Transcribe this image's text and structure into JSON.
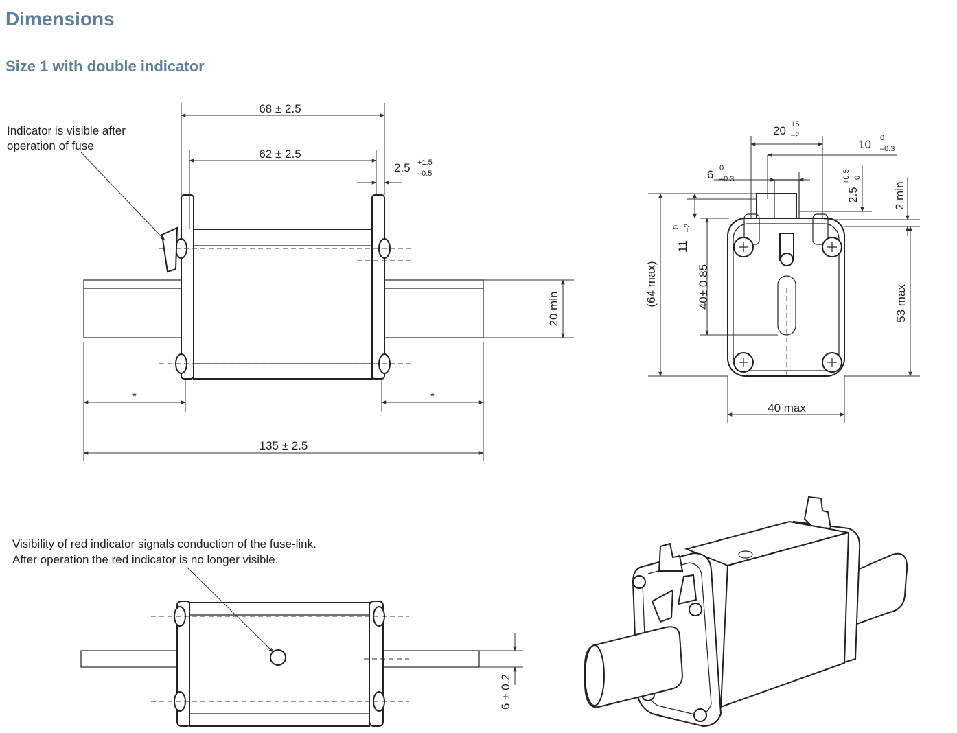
{
  "header": {
    "title": "Dimensions",
    "subtitle": "Size 1 with double indicator"
  },
  "side_view": {
    "callout": [
      "Indicator is visible after",
      "operation of fuse"
    ],
    "dim_overall_top": "68 ± 2.5",
    "dim_inner_top": "62 ± 2.5",
    "dim_tab": {
      "value": "2.5",
      "tol_upper": "+1.5",
      "tol_lower": "–0.5"
    },
    "dim_blade_height": "20 min",
    "dim_left_star": "*",
    "dim_right_star": "*",
    "dim_total_length": "135 ± 2.5"
  },
  "end_view": {
    "dim_top_width": {
      "value": "20",
      "tol_upper": "+5",
      "tol_lower": "–2"
    },
    "dim_right_width": {
      "value": "10",
      "tol_upper": "0",
      "tol_lower": "–0.3"
    },
    "dim_left_width": {
      "value": "6",
      "tol_upper": "0",
      "tol_lower": "–0.3"
    },
    "dim_tab_height": {
      "value": "2.5",
      "tol_upper": "+0.5",
      "tol_lower": "0"
    },
    "dim_min_2": "2 min",
    "dim_offset_11": {
      "value": "11",
      "tol_upper": "0",
      "tol_lower": "–2"
    },
    "dim_overall_height": "(64 max)",
    "dim_40": "40± 0.85",
    "dim_53": "53 max",
    "dim_width_40": "40 max"
  },
  "top_view": {
    "callout": [
      "Visibility of red indicator signals conduction of the fuse-link.",
      "After operation the red indicator is no longer visible."
    ],
    "dim_blade_thickness": "6 ± 0.2"
  }
}
